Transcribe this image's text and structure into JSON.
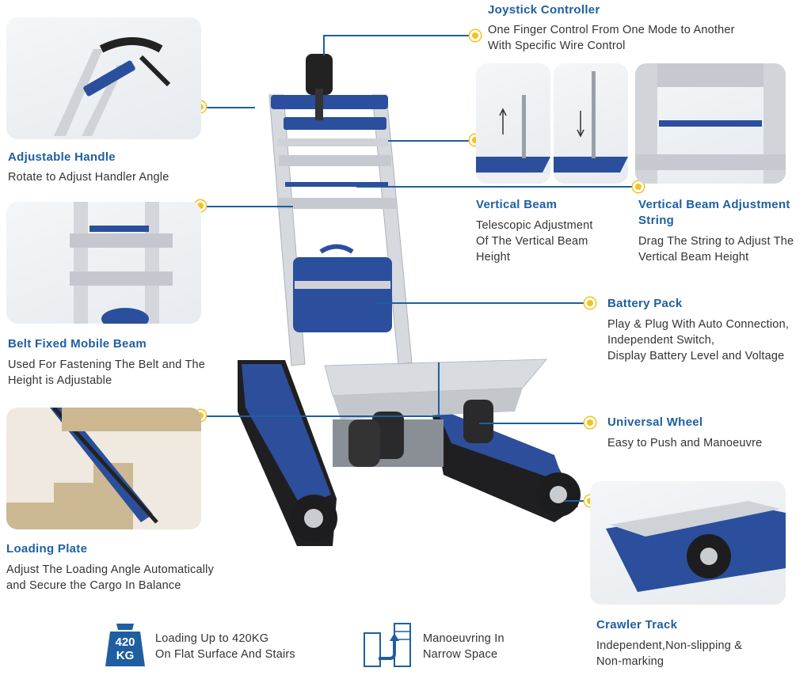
{
  "features": {
    "joystick": {
      "title": "Joystick Controller",
      "desc_l1": "One Finger Control From One Mode to Another",
      "desc_l2": "With Specific Wire Control"
    },
    "handle": {
      "title": "Adjustable Handle",
      "desc_l1": "Rotate to Adjust Handler Angle"
    },
    "vertical_beam": {
      "title": "Vertical Beam",
      "desc_l1": "Telescopic Adjustment",
      "desc_l2": "Of The Vertical Beam",
      "desc_l3": "Height"
    },
    "beam_string": {
      "title_l1": "Vertical Beam Adjustment",
      "title_l2": "String",
      "desc_l1": "Drag The String to Adjust The",
      "desc_l2": "Vertical Beam Height"
    },
    "belt_beam": {
      "title": "Belt Fixed Mobile Beam",
      "desc_l1": "Used For Fastening The Belt and The",
      "desc_l2": "Height is Adjustable"
    },
    "battery": {
      "title": "Battery Pack",
      "desc_l1": "Play & Plug With Auto Connection,",
      "desc_l2": "Independent Switch,",
      "desc_l3": "Display Battery Level and Voltage"
    },
    "wheel": {
      "title": "Universal Wheel",
      "desc_l1": "Easy to Push and Manoeuvre"
    },
    "loading_plate": {
      "title": "Loading Plate",
      "desc_l1": "Adjust The Loading Angle Automatically",
      "desc_l2": "and Secure the Cargo In Balance"
    },
    "crawler": {
      "title": "Crawler Track",
      "desc_l1": "Independent,Non-slipping &",
      "desc_l2": "Non-marking"
    }
  },
  "badges": {
    "weight": {
      "icon_l1": "420",
      "icon_l2": "KG",
      "text_l1": "Loading Up to 420KG",
      "text_l2": "On Flat Surface And Stairs"
    },
    "narrow": {
      "text_l1": "Manoeuvring In",
      "text_l2": "Narrow Space"
    }
  },
  "colors": {
    "accent": "#1f5fa0",
    "dot": "#f3c21c",
    "product_blue": "#2b4f9c",
    "text": "#333333"
  }
}
